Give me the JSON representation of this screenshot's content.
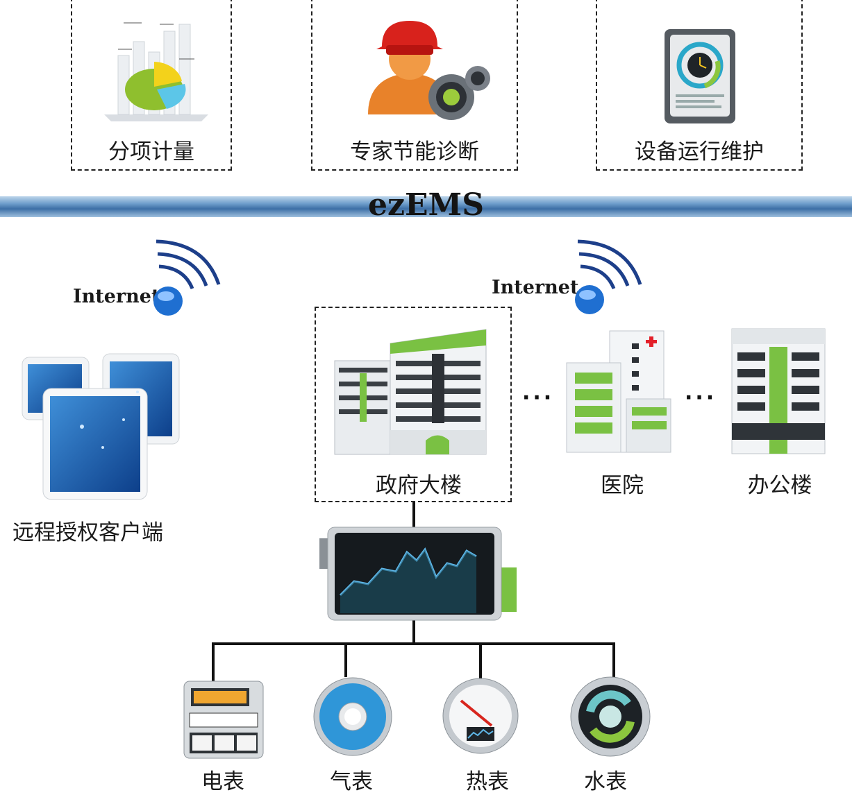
{
  "top_modules": [
    {
      "label": "分项计量",
      "icon": "pie-chart-icon"
    },
    {
      "label": "专家节能诊断",
      "icon": "expert-worker-gear-icon"
    },
    {
      "label": "设备运行维护",
      "icon": "maintenance-clock-icon"
    }
  ],
  "bus": {
    "label": "ezEMS"
  },
  "internet_left": "Internet",
  "internet_right": "Internet",
  "client": {
    "label": "远程授权客户端",
    "icon": "monitors-icon"
  },
  "buildings": [
    {
      "label": "政府大楼",
      "icon": "government-building-icon"
    },
    {
      "label": "医院",
      "icon": "hospital-icon"
    },
    {
      "label": "办公楼",
      "icon": "office-building-icon"
    }
  ],
  "ellipsis": "···",
  "gateway": {
    "icon": "data-gateway-screen-icon"
  },
  "meters": [
    {
      "label": "电表",
      "icon": "electric-meter-icon"
    },
    {
      "label": "气表",
      "icon": "gas-meter-icon"
    },
    {
      "label": "热表",
      "icon": "heat-meter-icon"
    },
    {
      "label": "水表",
      "icon": "water-meter-icon"
    }
  ],
  "colors": {
    "bus_blue": "#3d6fa6",
    "accent_green": "#7ac143",
    "signal_blue": "#1f6fd1"
  }
}
